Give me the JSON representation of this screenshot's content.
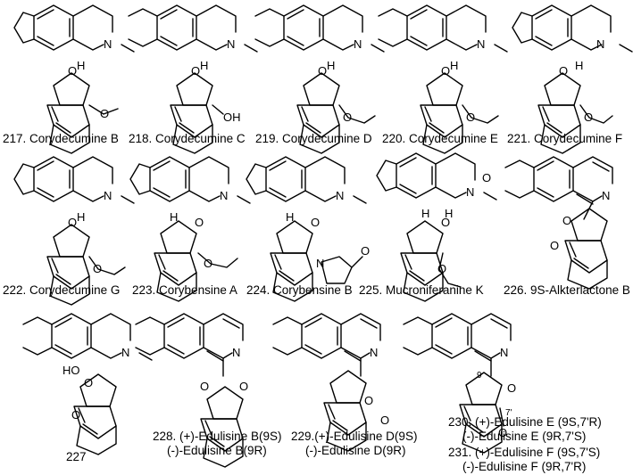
{
  "compounds": [
    {
      "number": "217.",
      "name": "Corydecumine B"
    },
    {
      "number": "218.",
      "name": "Corydecumine C"
    },
    {
      "number": "219.",
      "name": "Corydecumine D"
    },
    {
      "number": "220.",
      "name": "Corydecumine E"
    },
    {
      "number": "221.",
      "name": "Corydecumine F"
    },
    {
      "number": "222.",
      "name": "Corydecumine G"
    },
    {
      "number": "223.",
      "name": "Corybensine A"
    },
    {
      "number": "224.",
      "name": "Corybensine B"
    },
    {
      "number": "225.",
      "name": "Mucroniferanine K"
    },
    {
      "number": "226.",
      "name": "9S-Alkterlactone B"
    },
    {
      "number": "227",
      "name": ""
    },
    {
      "number": "228.",
      "name": "(+)-Edulisine B(9S)",
      "line2": "(-)-Edulisine B(9R)"
    },
    {
      "number": "229.",
      "name": "(+)-Edulisine D(9S)",
      "line2": "(-)-Edulisine D(9R)"
    },
    {
      "number": "230.",
      "name": "(+)-Edulisine E (9S,7'R)",
      "line2": "(-)-Edulisine E (9R,7'S)"
    },
    {
      "number": "231.",
      "name": "(+)-Edulisine F (9S,7'S)",
      "line2": "(-)-Edulisine F (9R,7'R)"
    }
  ],
  "atoms": {
    "N": "N",
    "H": "H",
    "O": "O",
    "OH": "OH",
    "HO": "HO",
    "locant9": "9",
    "locant7p": "7'"
  },
  "colors": {
    "ink": "#000000",
    "background": "#ffffff"
  }
}
